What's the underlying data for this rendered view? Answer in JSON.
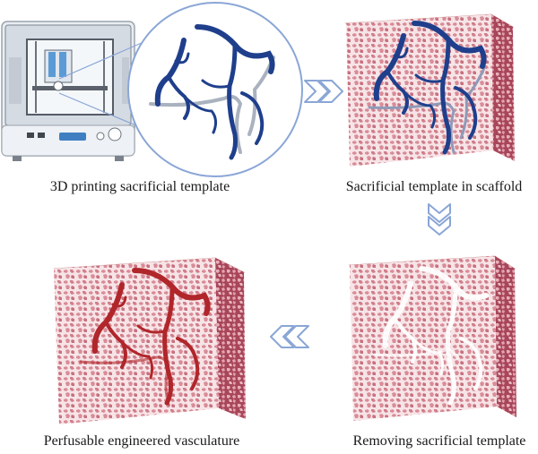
{
  "captions": {
    "step1": "3D printing sacrificial template",
    "step2": "Sacrificial template in scaffold",
    "step3": "Removing sacrificial template",
    "step4": "Perfusable engineered vasculature"
  },
  "colors": {
    "template_blue": "#1f3f8c",
    "vessel_red": "#b0262a",
    "scaffold_face": "#f6dde1",
    "scaffold_pore": "#c9707c",
    "scaffold_side": "#9e3a4b",
    "arrow": "#8aa6d6",
    "printer_body": "#e9edf2",
    "printer_frame": "#4a4f57"
  },
  "icons": [
    "printer-icon",
    "magnifier-circle-icon",
    "double-chevron-right-icon",
    "double-chevron-down-icon",
    "double-chevron-left-icon"
  ]
}
